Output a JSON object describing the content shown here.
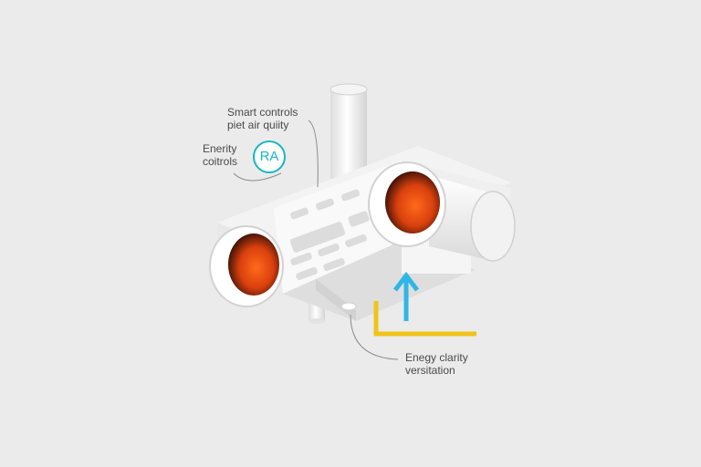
{
  "labels": {
    "smart_controls": [
      "Smart controls",
      "piet air quiity"
    ],
    "energy_controls": [
      "Enerity",
      "coitrols"
    ],
    "energy_ventilation": [
      "Enegy clarity",
      "versitation"
    ]
  },
  "badge": {
    "text": "RA"
  },
  "colors": {
    "background": "#ebebeb",
    "unit_body": "#f7f7f7",
    "unit_shadow": "#d6d6d6",
    "duct_interior_hot": "#e64a10",
    "duct_interior_dark": "#3a1208",
    "airflow_arrow": "#2fb6e6",
    "energy_line": "#f2c318",
    "badge_ring": "#16b7c4",
    "leader_line": "#8a8a8a"
  },
  "icons": [
    "air-quality-badge-icon",
    "airflow-arrow-icon"
  ]
}
